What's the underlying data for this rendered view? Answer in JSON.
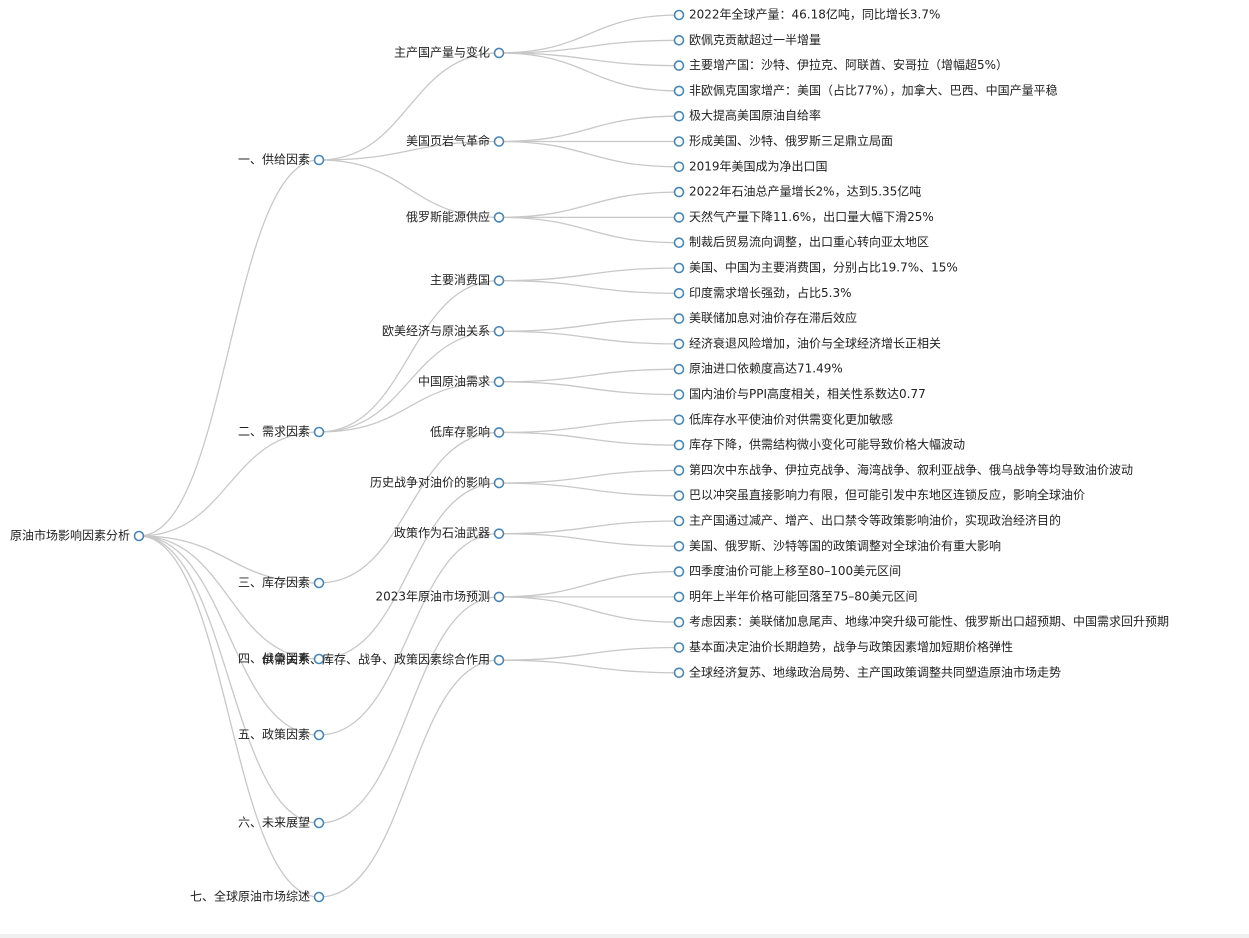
{
  "colors": {
    "link": "#c8c8c8",
    "node_stroke": "#4a86b4",
    "text": "#222222"
  },
  "tree": {
    "label": "原油市场影响因素分析",
    "children": [
      {
        "label": "一、供给因素",
        "children": [
          {
            "label": "主产国产量与变化",
            "children": [
              {
                "label": "2022年全球产量：46.18亿吨，同比增长3.7%"
              },
              {
                "label": "欧佩克贡献超过一半增量"
              },
              {
                "label": "主要增产国：沙特、伊拉克、阿联酋、安哥拉（增幅超5%）"
              },
              {
                "label": "非欧佩克国家增产：美国（占比77%），加拿大、巴西、中国产量平稳"
              }
            ]
          },
          {
            "label": "美国页岩气革命",
            "children": [
              {
                "label": "极大提高美国原油自给率"
              },
              {
                "label": "形成美国、沙特、俄罗斯三足鼎立局面"
              },
              {
                "label": "2019年美国成为净出口国"
              }
            ]
          },
          {
            "label": "俄罗斯能源供应",
            "children": [
              {
                "label": "2022年石油总产量增长2%，达到5.35亿吨"
              },
              {
                "label": "天然气产量下降11.6%，出口量大幅下滑25%"
              },
              {
                "label": "制裁后贸易流向调整，出口重心转向亚太地区"
              }
            ]
          }
        ]
      },
      {
        "label": "二、需求因素",
        "children": [
          {
            "label": "主要消费国",
            "children": [
              {
                "label": "美国、中国为主要消费国，分别占比19.7%、15%"
              },
              {
                "label": "印度需求增长强劲，占比5.3%"
              }
            ]
          },
          {
            "label": "欧美经济与原油关系",
            "children": [
              {
                "label": "美联储加息对油价存在滞后效应"
              },
              {
                "label": "经济衰退风险增加，油价与全球经济增长正相关"
              }
            ]
          },
          {
            "label": "中国原油需求",
            "children": [
              {
                "label": "原油进口依赖度高达71.49%"
              },
              {
                "label": "国内油价与PPI高度相关，相关性系数达0.77"
              }
            ]
          }
        ]
      },
      {
        "label": "三、库存因素",
        "children": [
          {
            "label": "低库存影响",
            "children": [
              {
                "label": "低库存水平使油价对供需变化更加敏感"
              },
              {
                "label": "库存下降，供需结构微小变化可能导致价格大幅波动"
              }
            ]
          }
        ]
      },
      {
        "label": "四、战争因素",
        "children": [
          {
            "label": "历史战争对油价的影响",
            "children": [
              {
                "label": "第四次中东战争、伊拉克战争、海湾战争、叙利亚战争、俄乌战争等均导致油价波动"
              },
              {
                "label": "巴以冲突虽直接影响力有限，但可能引发中东地区连锁反应，影响全球油价"
              }
            ]
          }
        ]
      },
      {
        "label": "五、政策因素",
        "children": [
          {
            "label": "政策作为石油武器",
            "children": [
              {
                "label": "主产国通过减产、增产、出口禁令等政策影响油价，实现政治经济目的"
              },
              {
                "label": "美国、俄罗斯、沙特等国的政策调整对全球油价有重大影响"
              }
            ]
          }
        ]
      },
      {
        "label": "六、未来展望",
        "children": [
          {
            "label": "2023年原油市场预测",
            "children": [
              {
                "label": "四季度油价可能上移至80–100美元区间"
              },
              {
                "label": "明年上半年价格可能回落至75–80美元区间"
              },
              {
                "label": "考虑因素：美联储加息尾声、地缘冲突升级可能性、俄罗斯出口超预期、中国需求回升预期"
              }
            ]
          }
        ]
      },
      {
        "label": "七、全球原油市场综述",
        "children": [
          {
            "label": "供需关系、库存、战争、政策因素综合作用",
            "children": [
              {
                "label": "基本面决定油价长期趋势，战争与政策因素增加短期价格弹性"
              },
              {
                "label": "全球经济复苏、地缘政治局势、主产国政策调整共同塑造原油市场走势"
              }
            ]
          }
        ]
      }
    ]
  }
}
